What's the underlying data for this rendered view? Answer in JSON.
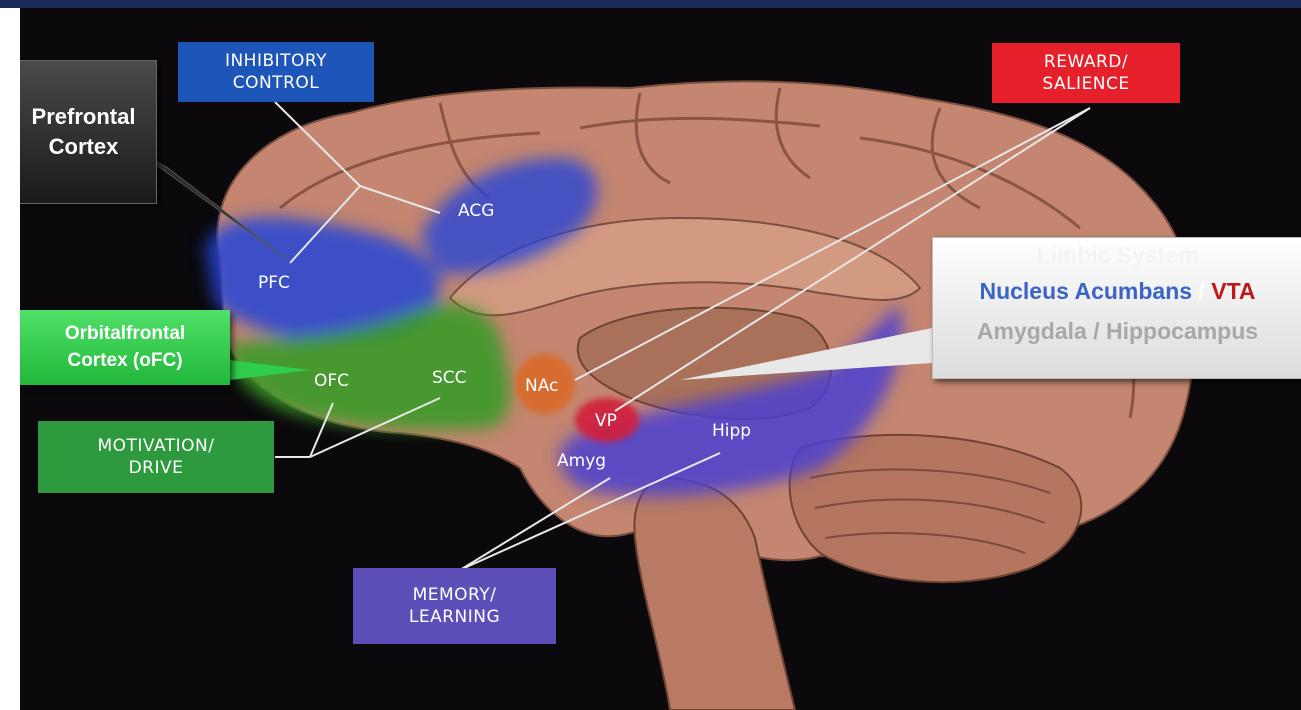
{
  "colors": {
    "inhibitory": "#1e55b8",
    "reward": "#e5202b",
    "motivation": "#2e9a3e",
    "memory": "#5c50b8",
    "brain": "#c98a72",
    "nucleus_text": "#3a64c8",
    "vta_text": "#c01818",
    "amygdala_text": "#a8a8a8"
  },
  "function_boxes": {
    "inhibitory": "INHIBITORY\nCONTROL",
    "reward": "REWARD/\nSALIENCE",
    "motivation": "MOTIVATION/\nDRIVE",
    "memory": "MEMORY/\nLEARNING"
  },
  "regions": {
    "pfc": "PFC",
    "acg": "ACG",
    "ofc": "OFC",
    "scc": "SCC",
    "nac": "NAc",
    "vp": "VP",
    "hipp": "Hipp",
    "amyg": "Amyg"
  },
  "callouts": {
    "prefrontal": "Prefrontal\nCortex",
    "orbitofrontal": "Orbitalfrontal\nCortex  (oFC)"
  },
  "limbic_box": {
    "title": "Limbic System",
    "nucleus": "Nucleus Acumbans",
    "slash": " / ",
    "vta": "VTA",
    "amygdala": "Amygdala / Hippocampus"
  }
}
